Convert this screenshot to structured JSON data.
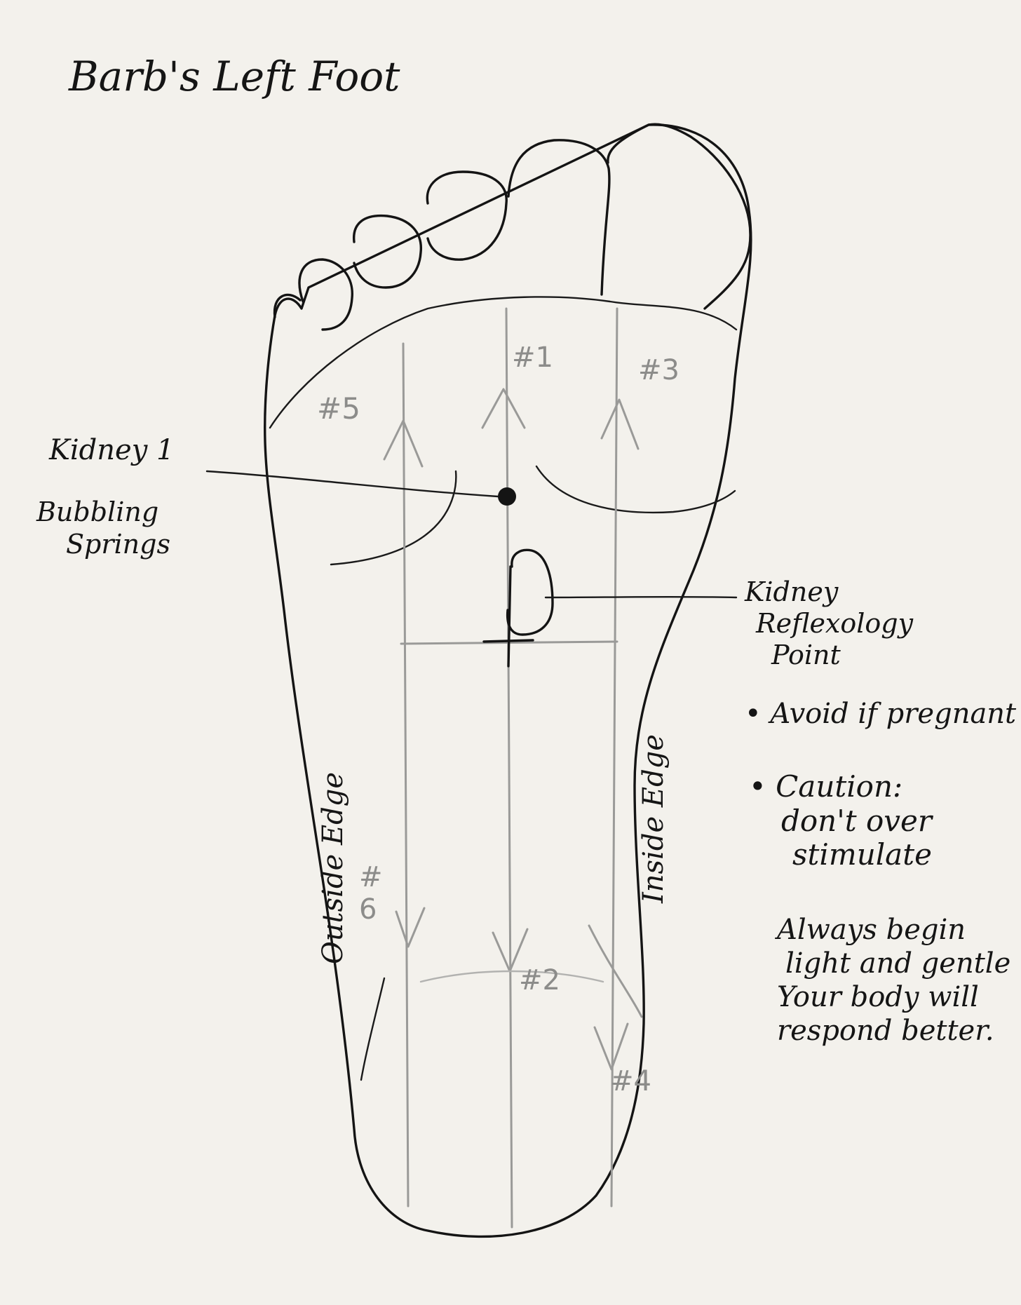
{
  "title": "Barb's Left Foot",
  "labels": {
    "kidney1": "Kidney 1",
    "bubbling_springs": [
      "Bubbling",
      "Springs"
    ],
    "kidney_reflex": [
      "Kidney",
      "Reflexology",
      "Point"
    ],
    "outside_edge": "Outside Edge",
    "inside_edge": "Inside Edge"
  },
  "notes": {
    "bullet1": "Avoid if pregnant",
    "bullet2": [
      "Caution:",
      "don't over",
      "stimulate"
    ],
    "closing": [
      "Always begin",
      "light and gentle",
      "Your body will",
      "respond better."
    ]
  },
  "paths": {
    "p1": "#1",
    "p2": "#2",
    "p3": "#3",
    "p4": "#4",
    "p5": "#5",
    "p6": [
      "#",
      "6"
    ]
  },
  "colors": {
    "ink": "#141414",
    "pencil": "#9a9a98",
    "paper": "#f3f1ec"
  }
}
